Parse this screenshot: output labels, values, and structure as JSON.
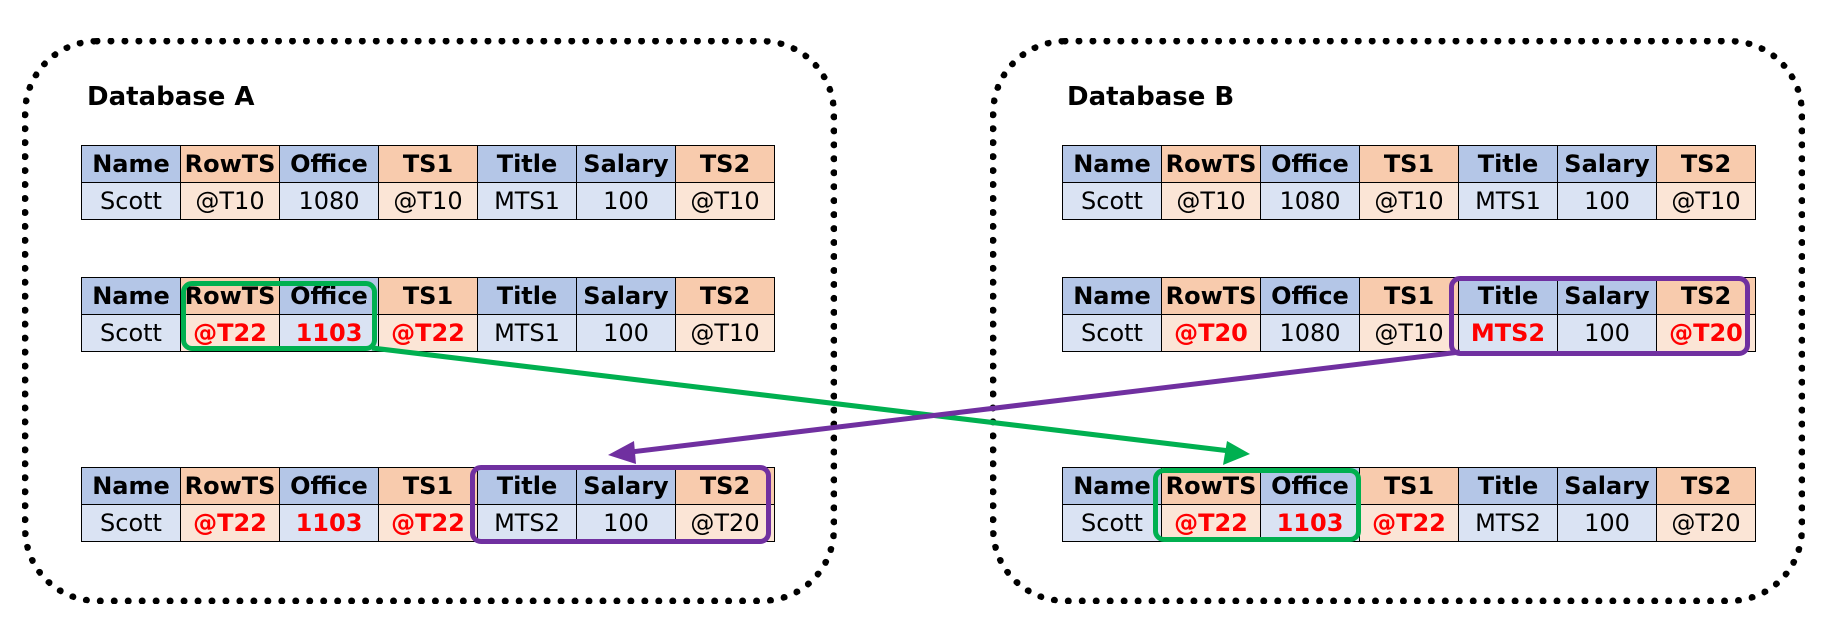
{
  "colors": {
    "header_blue": "#b4c6e7",
    "header_orange": "#f8cbad",
    "value_blue": "#dae3f3",
    "value_orange": "#fbe5d6",
    "changed_red": "#ff0000",
    "green_arrow": "#00b050",
    "purple_arrow": "#7030a0"
  },
  "columns": [
    {
      "label": "Name",
      "tone": "blue"
    },
    {
      "label": "RowTS",
      "tone": "orange"
    },
    {
      "label": "Office",
      "tone": "blue"
    },
    {
      "label": "TS1",
      "tone": "orange"
    },
    {
      "label": "Title",
      "tone": "blue"
    },
    {
      "label": "Salary",
      "tone": "blue"
    },
    {
      "label": "TS2",
      "tone": "orange"
    }
  ],
  "databases": [
    {
      "title": "Database A",
      "tables": [
        {
          "values": [
            "Scott",
            "@T10",
            "1080",
            "@T10",
            "MTS1",
            "100",
            "@T10"
          ],
          "changed": []
        },
        {
          "values": [
            "Scott",
            "@T22",
            "1103",
            "@T22",
            "MTS1",
            "100",
            "@T10"
          ],
          "changed": [
            1,
            2,
            3
          ]
        },
        {
          "values": [
            "Scott",
            "@T22",
            "1103",
            "@T22",
            "MTS2",
            "100",
            "@T20"
          ],
          "changed": [
            1,
            2,
            3
          ]
        }
      ]
    },
    {
      "title": "Database B",
      "tables": [
        {
          "values": [
            "Scott",
            "@T10",
            "1080",
            "@T10",
            "MTS1",
            "100",
            "@T10"
          ],
          "changed": []
        },
        {
          "values": [
            "Scott",
            "@T20",
            "1080",
            "@T10",
            "MTS2",
            "100",
            "@T20"
          ],
          "changed": [
            1,
            4,
            6
          ]
        },
        {
          "values": [
            "Scott",
            "@T22",
            "1103",
            "@T22",
            "MTS2",
            "100",
            "@T20"
          ],
          "changed": [
            1,
            2,
            3
          ]
        }
      ]
    }
  ],
  "arrows": [
    {
      "from": "Database A RowTS/Office change",
      "to": "Database B final table",
      "color": "green"
    },
    {
      "from": "Database B Title/Salary/TS2 change",
      "to": "Database A final table",
      "color": "purple"
    }
  ]
}
